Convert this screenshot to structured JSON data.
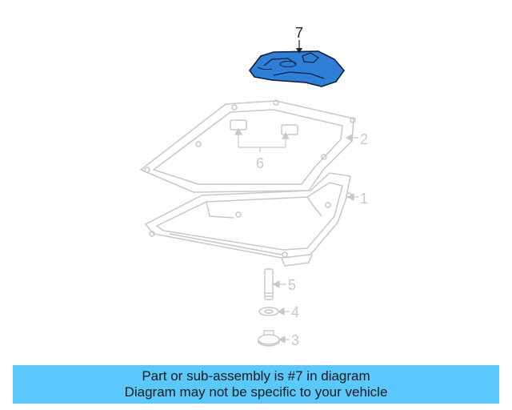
{
  "callouts": {
    "c1": "1",
    "c2": "2",
    "c3": "3",
    "c4": "4",
    "c5": "5",
    "c6": "6",
    "c7": "7"
  },
  "banner": {
    "line1": "Part or sub-assembly is #7 in diagram",
    "line2": "Diagram may not be specific to your vehicle"
  },
  "colors": {
    "highlight": "#2f7fd6",
    "faded_part": "#c8c8c8",
    "banner_bg": "#5ac8fa"
  }
}
